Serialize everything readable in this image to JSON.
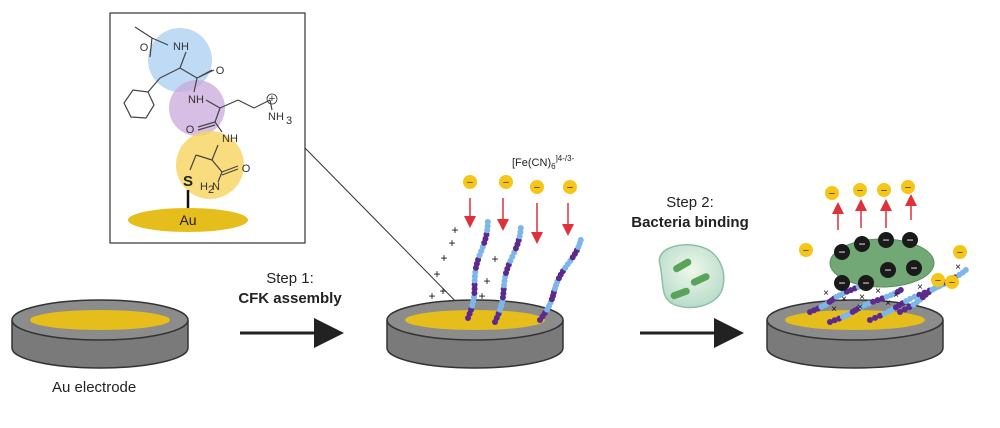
{
  "labels": {
    "au_electrode": "Au electrode",
    "step1_line1": "Step 1:",
    "step1_line2": "CFK assembly",
    "step2_line1": "Step 2:",
    "step2_line2": "Bacteria binding",
    "ferricyanide": "[Fe(CN)",
    "ferricyanide_sub": "6",
    "ferricyanide_sup": "]4-/3-",
    "au_pad": "Au"
  },
  "structure": {
    "nh": "NH",
    "nh3": "NH",
    "nh3_sub": "3",
    "nh2": "H",
    "nh2_sub": "2",
    "nh2_n": "N",
    "sulfur": "S",
    "oxygen": "O",
    "plus_charge": "+"
  },
  "symbols": {
    "minus": "−",
    "plus": "+",
    "cross": "×"
  },
  "colors": {
    "gold": "#e5be1c",
    "electrode_gray": "#7a7a7a",
    "electrode_dark": "#4a4a4a",
    "peptide_blue": "#7db7ea",
    "peptide_purple": "#5b2a8c",
    "ion_yellow": "#f5c518",
    "arrow_red": "#e0303a",
    "bacteria_green": "#4f8a52",
    "circle_blue": "#a8cdf0",
    "circle_purple": "#c8a8dc",
    "circle_yellow": "#f7d35c"
  }
}
